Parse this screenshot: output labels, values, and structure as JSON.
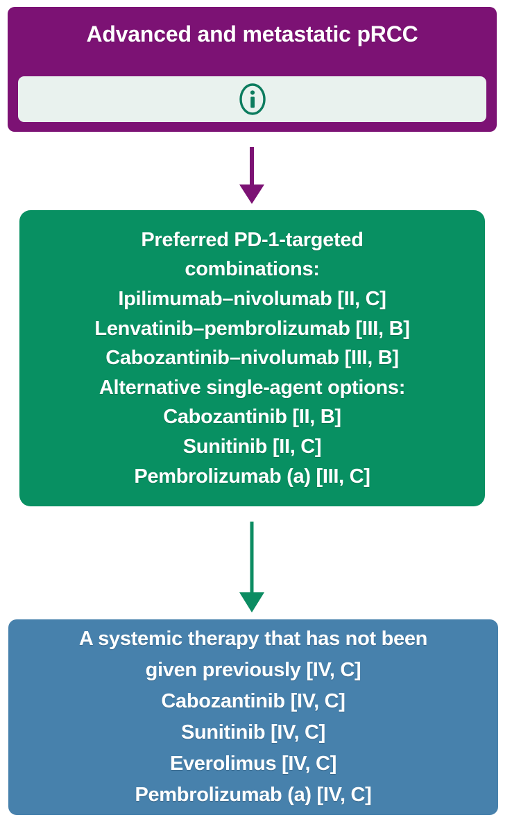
{
  "diagram": {
    "title": "Advanced and metastatic pRCC",
    "colors": {
      "header_purple": "#7C1274",
      "node_green": "#089062",
      "node_blue": "#4781AC",
      "info_bar_background": "#E9F2EE",
      "info_icon": "#0C7C5E",
      "text": "#FFFFFF"
    },
    "header": {
      "title": "Advanced and metastatic pRCC",
      "info_bar": {
        "icon": "info-circle-icon",
        "label": ""
      }
    },
    "arrows": [
      {
        "name": "arrow-header-to-first-line",
        "direction": "down",
        "color": "#7C1274"
      },
      {
        "name": "arrow-first-line-to-subsequent",
        "direction": "down",
        "color": "#0C8C62"
      }
    ],
    "nodes": [
      {
        "id": "first-line-treatment",
        "color": "#089062",
        "lines": [
          "Preferred PD-1-targeted",
          "combinations:",
          "Ipilimumab–nivolumab [II, C]",
          "Lenvatinib–pembrolizumab [III, B]",
          "Cabozantinib–nivolumab [III, B]",
          "Alternative single-agent options:",
          "Cabozantinib [II, B]",
          "Sunitinib [II, C]",
          "Pembrolizumab (a) [III, C]"
        ]
      },
      {
        "id": "subsequent-treatment",
        "color": "#4781AC",
        "lines": [
          "A systemic therapy that has not been",
          "given previously [IV, C]",
          "Cabozantinib [IV, C]",
          "Sunitinib [IV, C]",
          "Everolimus [IV, C]",
          "Pembrolizumab (a) [IV, C]"
        ]
      }
    ]
  }
}
